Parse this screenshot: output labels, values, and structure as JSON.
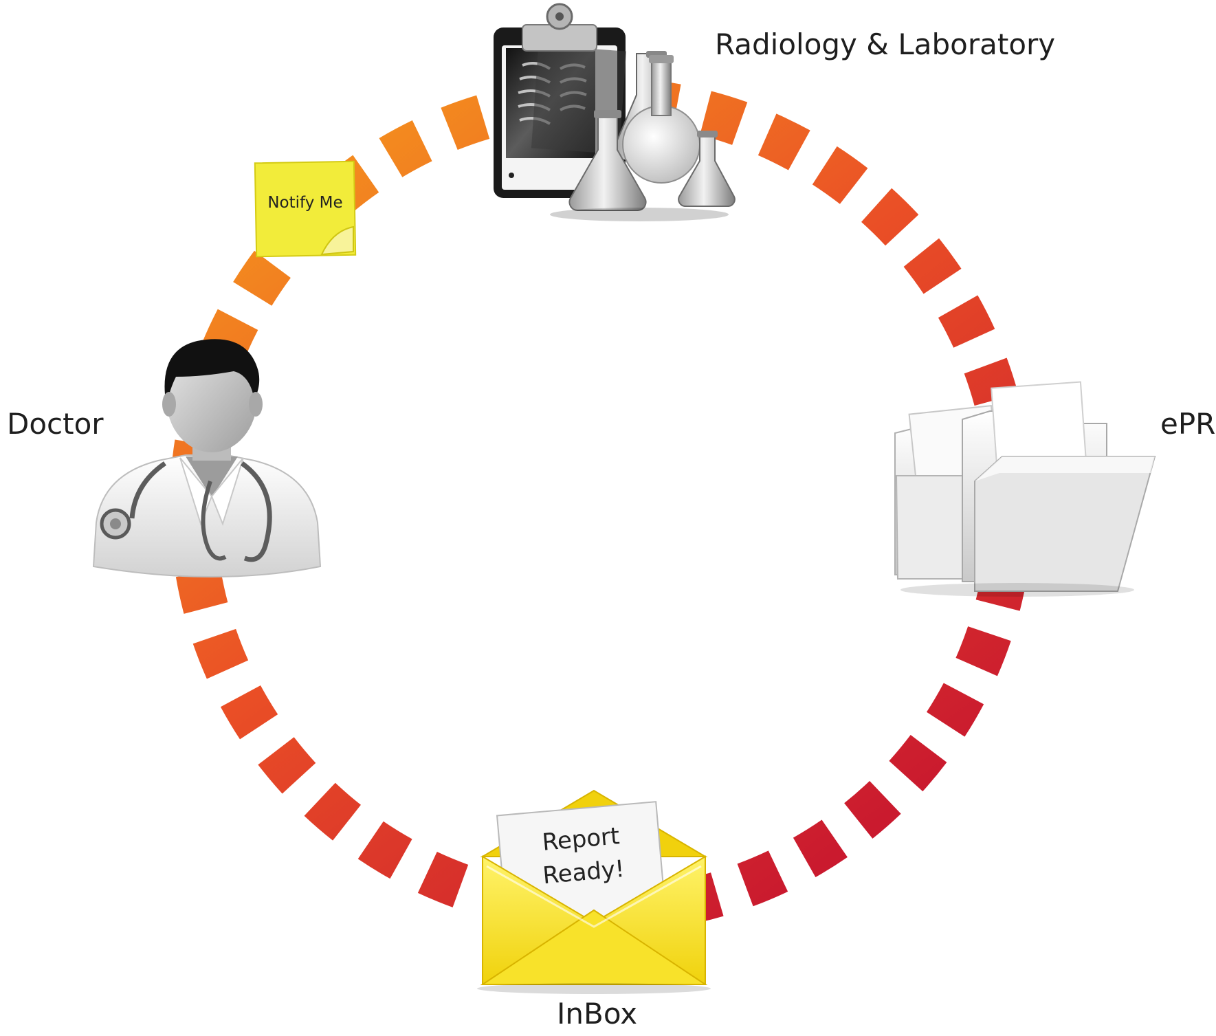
{
  "nodes": {
    "lab": {
      "label": "Radiology &  Laboratory",
      "icon": "xray-clipboard-and-flasks-icon"
    },
    "epr": {
      "label": "ePR",
      "icon": "folders-icon"
    },
    "inbox": {
      "label": "InBox",
      "icon": "open-envelope-icon"
    },
    "doctor": {
      "label": "Doctor",
      "icon": "doctor-avatar-icon"
    }
  },
  "sticky_note": {
    "text": "Notify Me",
    "color": "#f2ec3a"
  },
  "letter": {
    "line1": "Report",
    "line2": "Ready!"
  },
  "cycle": {
    "colors": {
      "top": "#f59420",
      "right": "#e3402a",
      "bottom": "#c81b30",
      "left": "#ec5a22"
    }
  }
}
